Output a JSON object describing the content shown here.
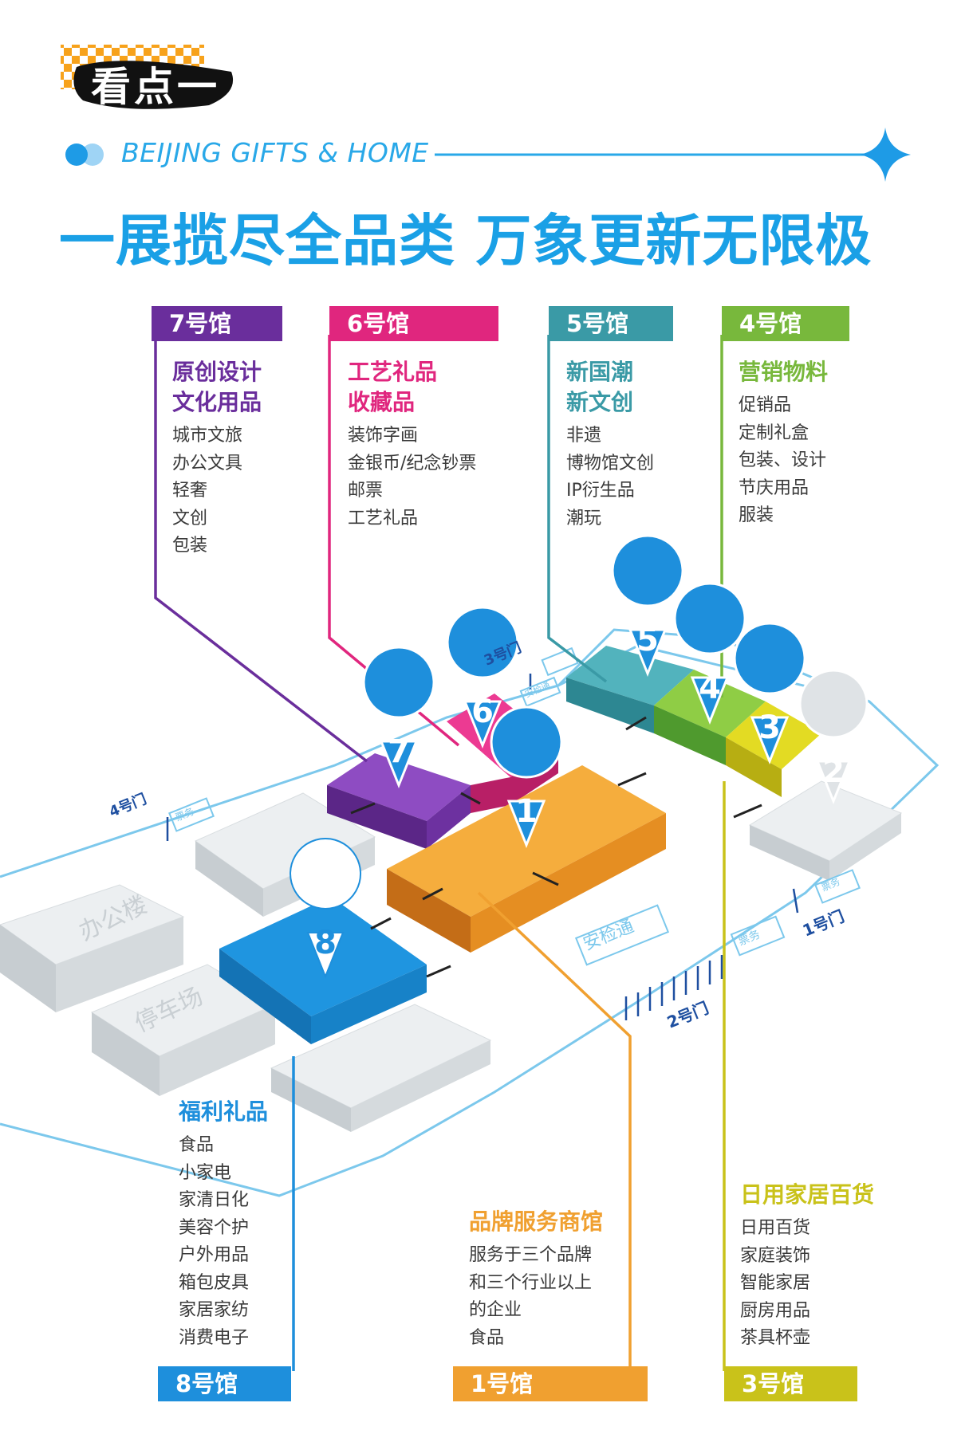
{
  "header": {
    "badge": "看点一",
    "subtitle": "BEIJING GIFTS & HOME",
    "headline": "一展揽尽全品类 万象更新无限极"
  },
  "colors": {
    "h7": "#6a2e9c",
    "h6": "#e0267e",
    "h5": "#3a9aa6",
    "h4": "#78b83c",
    "h3": "#c9c21a",
    "h1": "#f0a030",
    "h8": "#1e8fdc",
    "accent": "#29a8e8"
  },
  "halls": {
    "h7": {
      "tag": "7号馆",
      "titles": [
        "原创设计",
        "文化用品"
      ],
      "items": [
        "城市文旅",
        "办公文具",
        "轻奢",
        "文创",
        "包装"
      ]
    },
    "h6": {
      "tag": "6号馆",
      "titles": [
        "工艺礼品",
        "收藏品"
      ],
      "items": [
        "装饰字画",
        "金银币/纪念钞票",
        "邮票",
        "工艺礼品"
      ]
    },
    "h5": {
      "tag": "5号馆",
      "titles": [
        "新国潮",
        "新文创"
      ],
      "items": [
        "非遗",
        "博物馆文创",
        "IP衍生品",
        "潮玩"
      ]
    },
    "h4": {
      "tag": "4号馆",
      "titles": [
        "营销物料"
      ],
      "items": [
        "促销品",
        "定制礼盒",
        "包装、设计",
        "节庆用品",
        "服装"
      ]
    },
    "h8": {
      "tag": "8号馆",
      "titles": [
        "福利礼品"
      ],
      "items": [
        "食品",
        "小家电",
        "家清日化",
        "美容个护",
        "户外用品",
        "箱包皮具",
        "家居家纺",
        "消费电子"
      ]
    },
    "h1": {
      "tag": "1号馆",
      "titles": [
        "品牌服务商馆"
      ],
      "items": [
        "服务于三个品牌",
        "和三个行业以上",
        "的企业",
        "食品"
      ]
    },
    "h3": {
      "tag": "3号馆",
      "titles": [
        "日用家居百货"
      ],
      "items": [
        "日用百货",
        "家庭装饰",
        "智能家居",
        "厨房用品",
        "茶具杯壶"
      ]
    }
  },
  "map": {
    "pins": [
      "7",
      "6",
      "5",
      "4",
      "3",
      "2",
      "1",
      "8"
    ],
    "buildings": {
      "office": "办公楼",
      "parking": "停车场"
    },
    "gates": {
      "g1": "1号门",
      "g2": "2号门",
      "g3": "3号门",
      "g4": "4号门"
    },
    "signs": {
      "security": "安检通",
      "s1": "票务",
      "s3": "票务",
      "s4": "票务",
      "s3b": "安检通"
    }
  }
}
